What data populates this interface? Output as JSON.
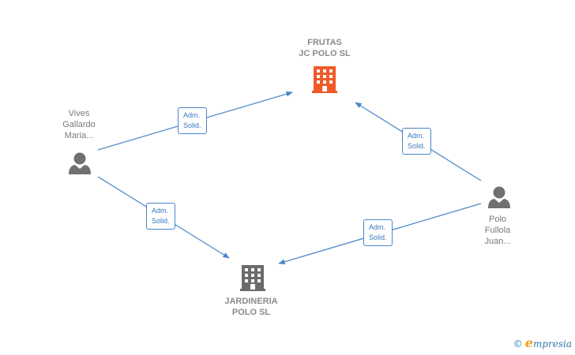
{
  "nodes": {
    "company_top": {
      "line1": "FRUTAS",
      "line2": "JC POLO  SL",
      "color": "#f05a28"
    },
    "company_bottom": {
      "line1": "JARDINERIA",
      "line2": "POLO  SL",
      "color": "#6b6b6b"
    },
    "person_left": {
      "line1": "Vives",
      "line2": "Gallardo",
      "line3": "Maria..."
    },
    "person_right": {
      "line1": "Polo",
      "line2": "Fullola",
      "line3": "Juan..."
    }
  },
  "relations": [
    {
      "line1": "Adm.",
      "line2": "Solid."
    },
    {
      "line1": "Adm.",
      "line2": "Solid."
    },
    {
      "line1": "Adm.",
      "line2": "Solid."
    },
    {
      "line1": "Adm.",
      "line2": "Solid."
    }
  ],
  "colors": {
    "edge": "#4a86c8",
    "person": "#707070"
  },
  "icons": {
    "company": "building-icon",
    "person": "person-icon"
  },
  "brand": {
    "copyright": "©",
    "e": "e",
    "rest": "mpresia"
  }
}
